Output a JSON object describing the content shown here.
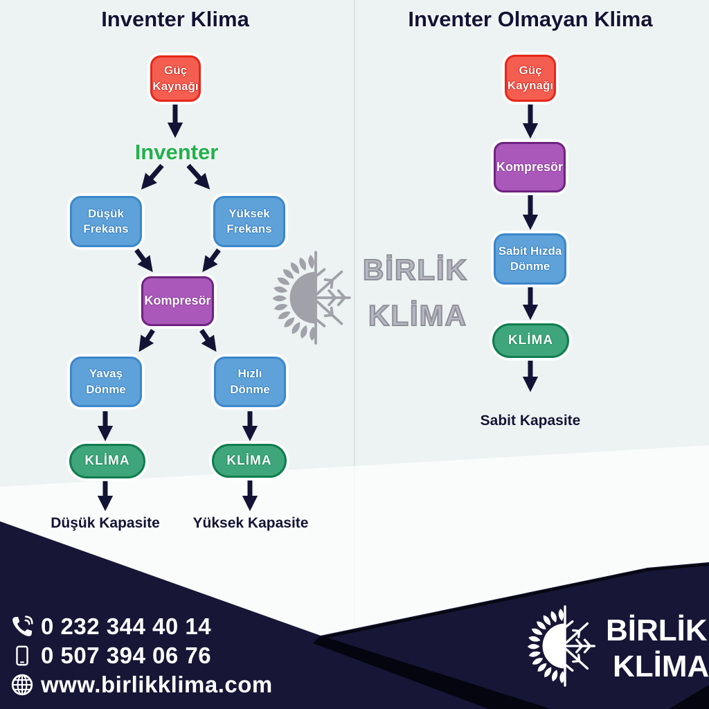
{
  "page": {
    "background": "#edf2f2",
    "banner_navy": "#171636"
  },
  "left_column": {
    "title": "Inventer Klima",
    "inverter_label": "Inventer",
    "guc_line1": "Güç",
    "guc_line2": "Kaynağı",
    "dusuk_line1": "Düşük",
    "dusuk_line2": "Frekans",
    "yuksek_line1": "Yüksek",
    "yuksek_line2": "Frekans",
    "kompresor": "Kompresör",
    "yavas_line1": "Yavaş",
    "yavas_line2": "Dönme",
    "hizli_line1": "Hızlı",
    "hizli_line2": "Dönme",
    "klima_left": "KLİMA",
    "klima_right": "KLİMA",
    "capacity_left": "Düşük Kapasite",
    "capacity_right": "Yüksek Kapasite"
  },
  "right_column": {
    "title": "Inventer Olmayan Klima",
    "guc_line1": "Güç",
    "guc_line2": "Kaynağı",
    "kompresor": "Kompresör",
    "sabit_line1": "Sabit Hızda",
    "sabit_line2": "Dönme",
    "klima": "KLİMA",
    "capacity": "Sabit Kapasite"
  },
  "watermark": {
    "brand_line1": "BİRLİK",
    "brand_line2": "KLİMA"
  },
  "footer": {
    "phone": "0 232 344 40 14",
    "mobile": "0 507 394 06 76",
    "website": "www.birlikklima.com",
    "brand_line1": "BİRLİK",
    "brand_line2": "KLİMA"
  },
  "colors": {
    "node_red_fill": "#f45e51",
    "node_red_border": "#e6271a",
    "node_blue_fill": "#5fa1d9",
    "node_blue_border": "#3a87cb",
    "node_purple_fill": "#aa58ba",
    "node_purple_border": "#6f2480",
    "node_green_fill": "#3fa67c",
    "node_green_border": "#0f7c4e",
    "inverter_green": "#22b14c",
    "title_navy": "#131335",
    "arrow_navy": "#131335",
    "watermark_gray": "#9d9da6"
  }
}
